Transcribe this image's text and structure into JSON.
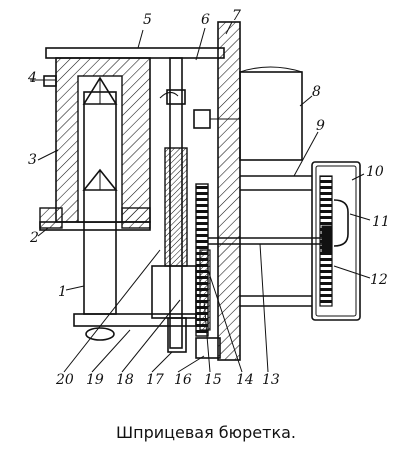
{
  "caption": "Шприцевая бюретка.",
  "labels": {
    "n1": "1",
    "n2": "2",
    "n3": "3",
    "n4": "4",
    "n5": "5",
    "n6": "6",
    "n7": "7",
    "n8": "8",
    "n9": "9",
    "n10": "10",
    "n11": "11",
    "n12": "12",
    "n13": "13",
    "n14": "14",
    "n15": "15",
    "n16": "16",
    "n17": "17",
    "n18": "18",
    "n19": "19",
    "n20": "20"
  }
}
